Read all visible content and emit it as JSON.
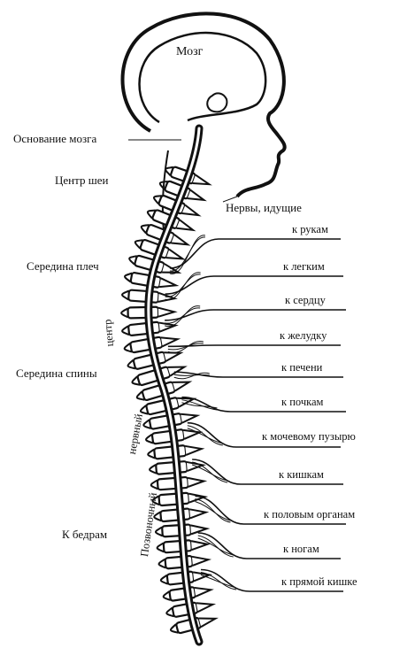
{
  "colors": {
    "ink": "#111111",
    "paper": "#ffffff"
  },
  "labels": {
    "brain": "Мозг",
    "brain_base": "Основание мозга",
    "neck_center": "Центр шеи",
    "nerves_going": "Нервы, идущие",
    "shoulder_mid": "Середина плеч",
    "back_mid": "Середина спины",
    "to_hips": "К бедрам"
  },
  "nerves": [
    "к рукам",
    "к легким",
    "к сердцу",
    "к желудку",
    "к печени",
    "к почкам",
    "к мочевому пузырю",
    "к кишкам",
    "к половым органам",
    "к ногам",
    "к прямой кишке"
  ],
  "spine_labels": {
    "word1": "Позвоночный",
    "word2": "нервный",
    "word3": "центр"
  }
}
